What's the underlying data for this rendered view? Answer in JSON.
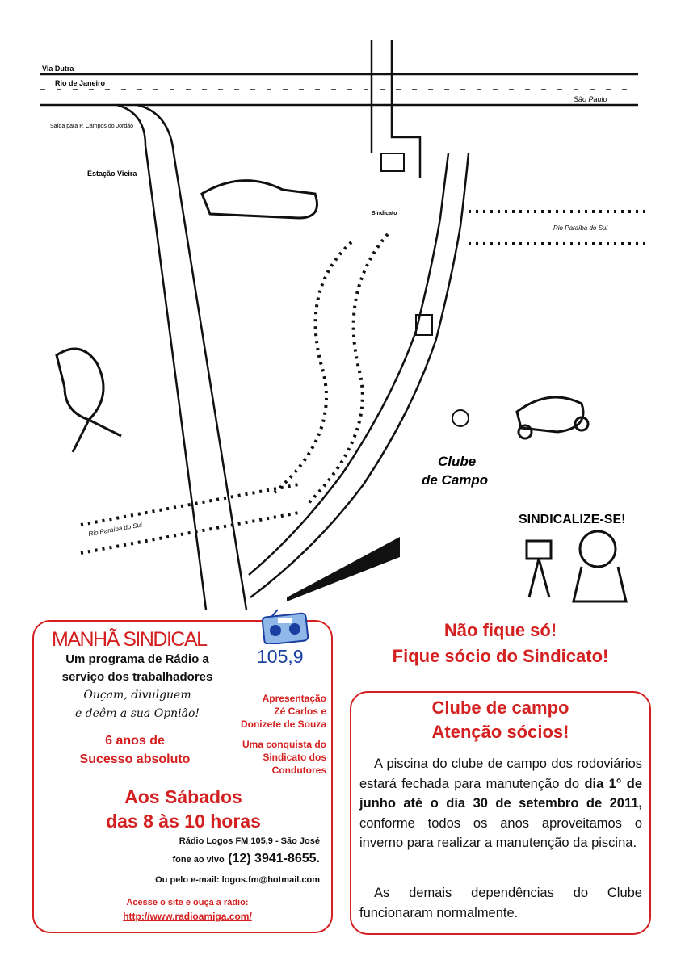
{
  "map": {
    "labels": {
      "via_dutra": "Via Dutra",
      "rio_de_janeiro": "Rio de Janeiro",
      "sao_paulo": "São Paulo",
      "saida": "Saída para P. Campos do Jordão",
      "estacao": "Estação Vieira",
      "rio_paraiba_top": "Rio Paraíba do Sul",
      "rio_paraiba_bottom": "Rio Paraíba do Sul",
      "sindicato": "Sindicato",
      "clube_line1": "Clube",
      "clube_line2": "de Campo",
      "sindicalize": "SINDICALIZE-SE!"
    }
  },
  "colors": {
    "accent": "#d42020",
    "radio_blue": "#1a3fa0"
  },
  "radio": {
    "title": "MANHÃ SINDICAL",
    "frequency": "105,9",
    "subtitle_line1": "Um programa de Rádio a",
    "subtitle_line2": "serviço dos trabalhadores",
    "script_line1": "Ouçam, divulguem",
    "script_line2": "e deêm a sua Opnião!",
    "presenters_line1": "Apresentação",
    "presenters_line2": "Zé Carlos e",
    "presenters_line3": "Donizete de Souza",
    "success_line1": "6 anos de",
    "success_line2": "Sucesso absoluto",
    "conquest_line1": "Uma conquista do",
    "conquest_line2": "Sindicato dos",
    "conquest_line3": "Condutores",
    "schedule_line1": "Aos Sábados",
    "schedule_line2": "das 8 às 10 horas",
    "station": "Rádio Logos FM 105,9 - São José",
    "phone_label": "fone ao vivo",
    "phone_number": "(12) 3941-8655.",
    "email": "Ou pelo e-mail: logos.fm@hotmail.com",
    "site_text": "Acesse o site e ouça a rádio:",
    "site_url": "http://www.radioamiga.com/"
  },
  "slogan": {
    "line1": "Não fique só!",
    "line2": "Fique sócio do Sindicato!"
  },
  "club": {
    "title_line1": "Clube de campo",
    "title_line2": "Atenção sócios!",
    "p1_start": "A piscina do clube de campo dos rodoviários estará fechada para manutenção do ",
    "p1_bold1": "dia 1° de junho até o dia 30 de setembro de 2011,",
    "p1_end": " conforme todos os anos aproveitamos o inverno para realizar a manutenção da piscina.",
    "p2": "As demais dependências do Clube funcionaram normalmente."
  }
}
